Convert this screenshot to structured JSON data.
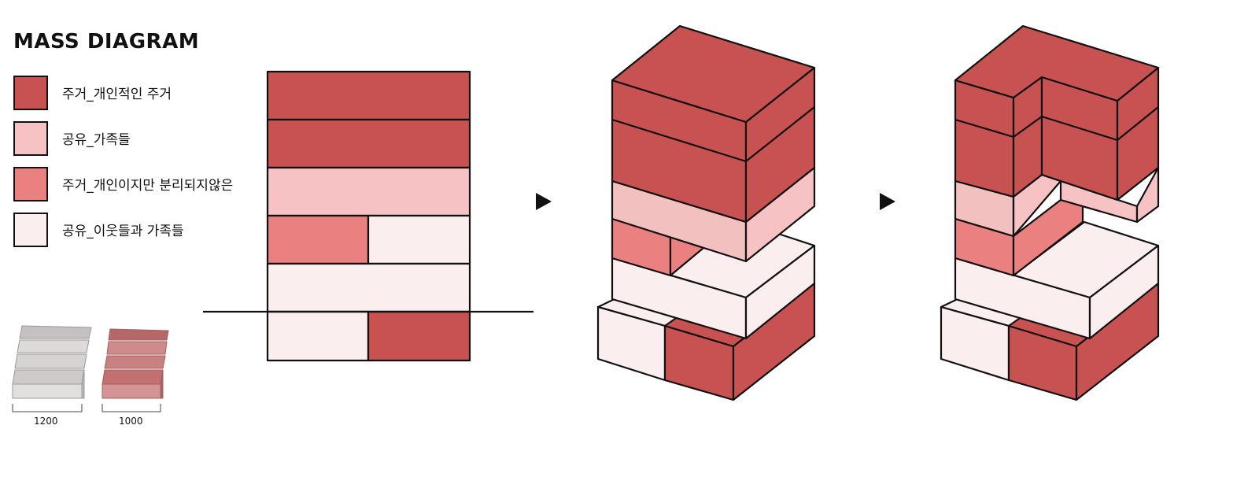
{
  "title": "MASS DIAGRAM",
  "legend": [
    {
      "label": "주거_개인적인 주거",
      "color": "#c85252"
    },
    {
      "label": "공유_가족들",
      "color": "#f7c2c3"
    },
    {
      "label": "주거_개인이지만 분리되지않은",
      "color": "#eb8080"
    },
    {
      "label": "공유_이웃들과  가족들",
      "color": "#faeeee"
    }
  ],
  "scale": {
    "left_label": "1200",
    "right_label": "1000"
  },
  "colors": {
    "private": "#c85252",
    "shared_family": "#f7c2c3",
    "private_open": "#eb8080",
    "shared_neighbors": "#faeeee",
    "stroke": "#111111",
    "stair_gray": "#dcd8d8",
    "stair_red": "#c98585"
  },
  "icons": {
    "arrows": [
      "right-triangle-arrow",
      "right-triangle-arrow"
    ]
  }
}
